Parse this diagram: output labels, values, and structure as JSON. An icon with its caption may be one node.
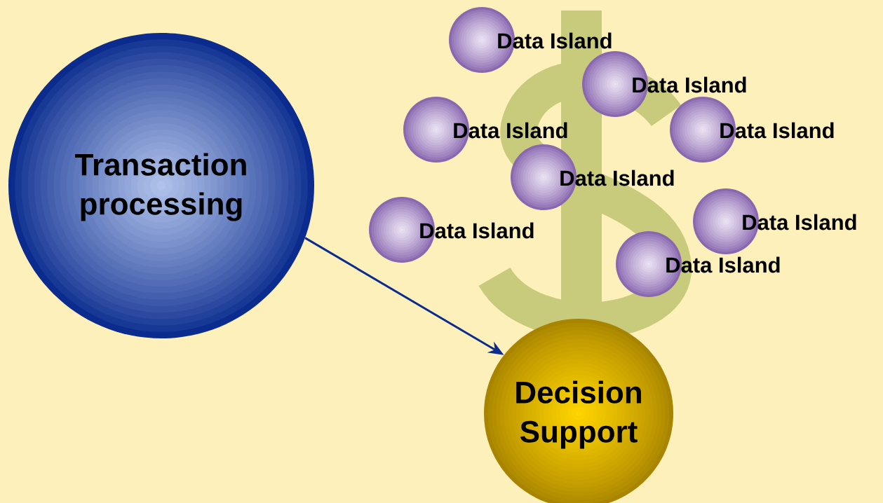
{
  "diagram": {
    "nodes": [
      {
        "text": [
          "Transaction processing"
        ]
      },
      {
        "text": [
          "Decision Support"
        ]
      },
      {
        "text": [
          "Data Island"
        ]
      },
      {
        "text": [
          "Data Island"
        ]
      },
      {
        "text": [
          "Data Island"
        ]
      },
      {
        "text": [
          "Data Island"
        ]
      },
      {
        "text": [
          "Data Island"
        ]
      },
      {
        "text": [
          "Data Island"
        ]
      },
      {
        "text": [
          "Data Island"
        ]
      },
      {
        "text": [
          "Data Island"
        ]
      }
    ],
    "edges": [
      {
        "from": 0,
        "to": 1,
        "arrow": "to"
      }
    ]
  }
}
